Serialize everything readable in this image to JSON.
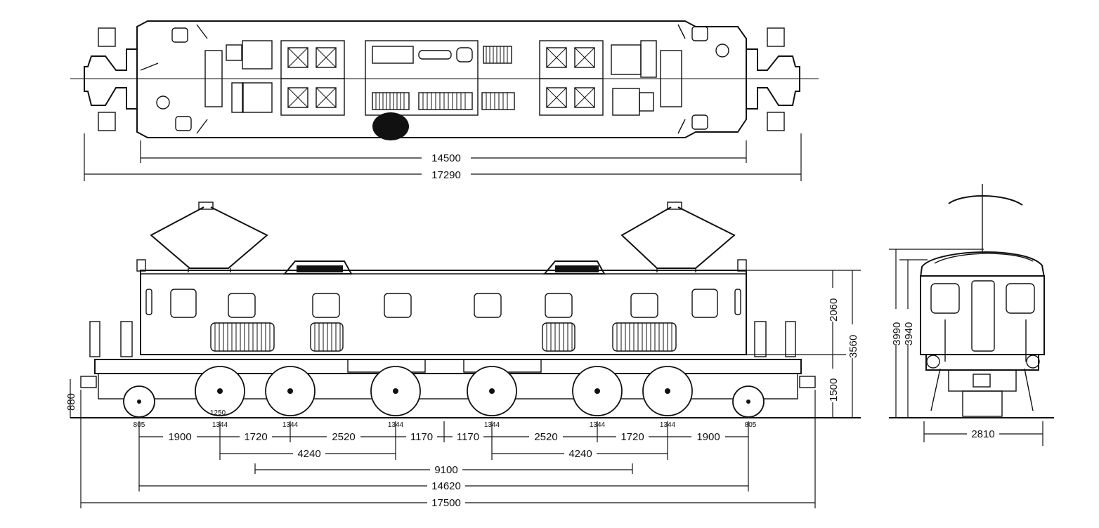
{
  "plan_view": {
    "body_length": "14500",
    "overall_length": "17290"
  },
  "side_view": {
    "height_roof": "2060",
    "height_body": "3560",
    "height_floor": "1500",
    "coupler_height": "880",
    "end_truck_wheel_left": "805",
    "end_truck_wheel_right": "805",
    "driving_wheel": "1344",
    "pony_spacing_left": "1250",
    "spacings": [
      "1900",
      "1720",
      "2520",
      "1170",
      "1170",
      "2520",
      "1720",
      "1900"
    ],
    "bogie_wheelbase_left": "4240",
    "bogie_wheelbase_right": "4240",
    "bogie_centers": "9100",
    "total_wheelbase": "14620",
    "length_over_couplers": "17500"
  },
  "end_view": {
    "height_pan": "3990",
    "height_roof": "3940",
    "width": "2810"
  }
}
